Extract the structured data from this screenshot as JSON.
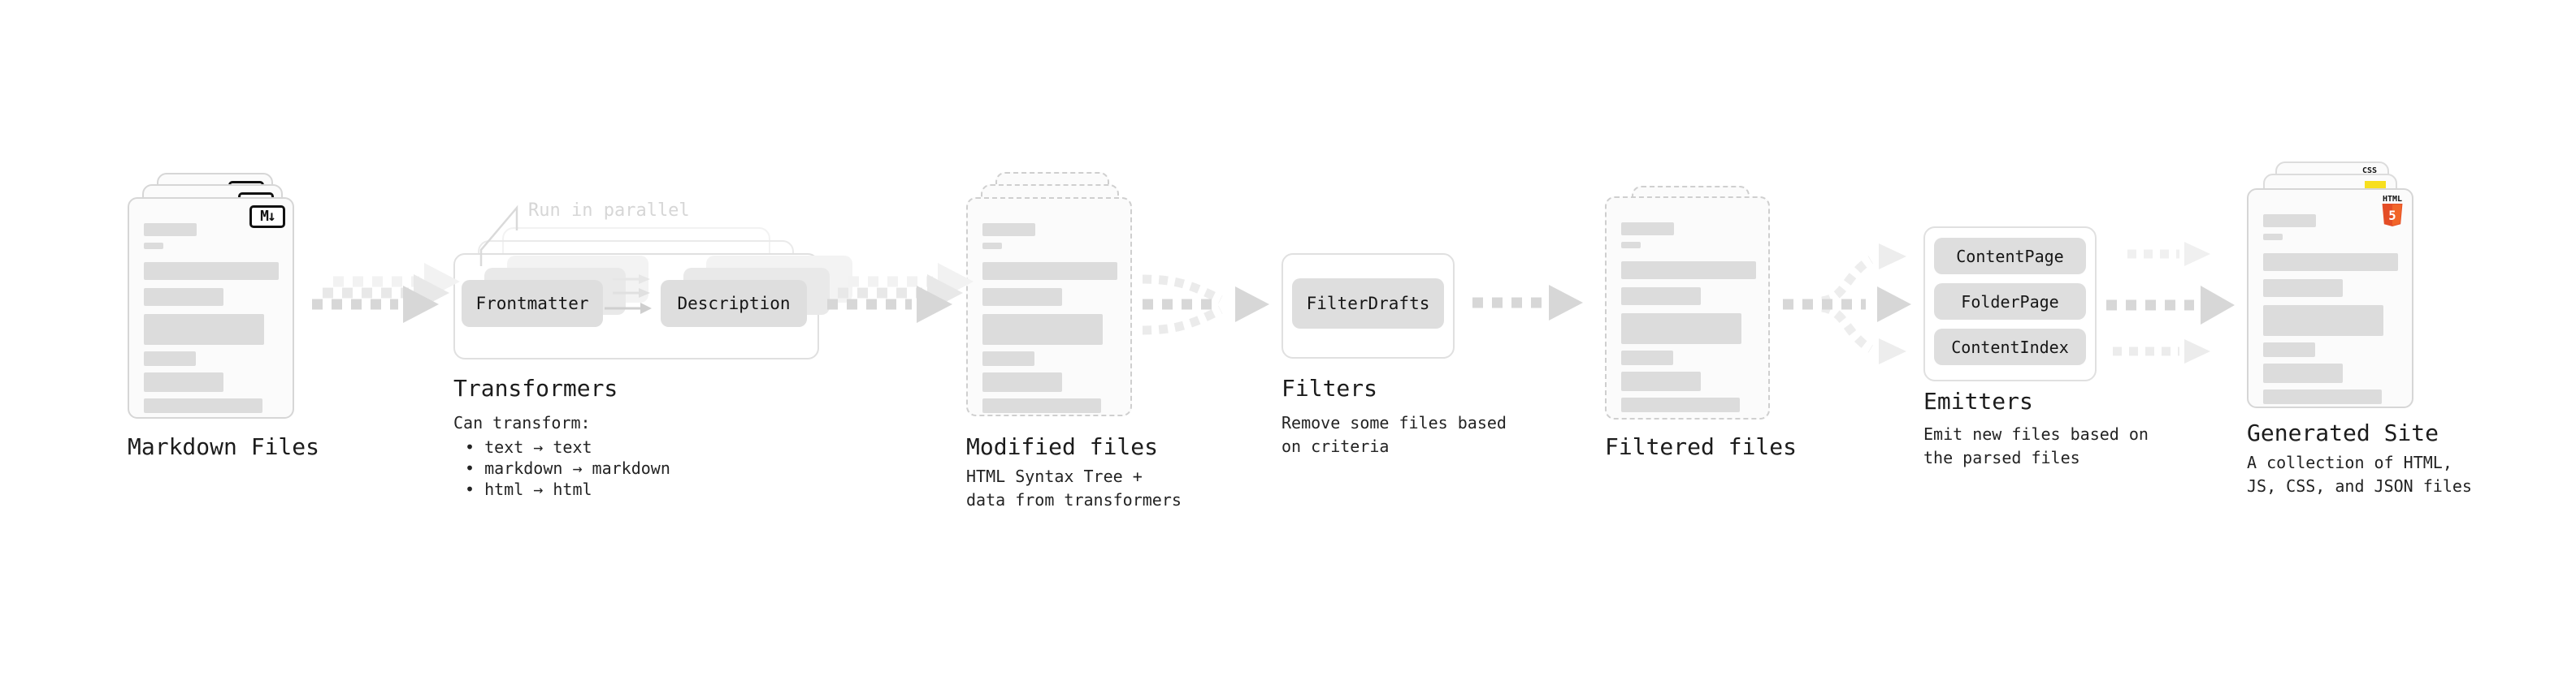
{
  "colors": {
    "background": "#ffffff",
    "text_dark": "#1c1c1c",
    "muted_annotation": "#d6d6d6",
    "bar_fill": "#dcdcdc",
    "chip_fill": "#dedede",
    "doc_border": "#d6d6d6",
    "dashed_border": "#cfcfcf",
    "container_border": "#e0e0e0",
    "arrow_main": "#d7d7d7",
    "arrow_ghost": "#ededed",
    "html5_orange": "#e44d26",
    "html5_orange_light": "#f16529",
    "js_yellow": "#f7df1e",
    "css_blue": "#2965f1",
    "icon_border": "#111111"
  },
  "stages": {
    "markdown_files": {
      "label": "Markdown Files",
      "icon_text": "M↓"
    },
    "transformers": {
      "label": "Transformers",
      "annotation": "Run in parallel",
      "chips": [
        "Frontmatter",
        "Description"
      ],
      "description_heading": "Can transform:",
      "bullets": [
        "• text → text",
        "• markdown → markdown",
        "• html → html"
      ]
    },
    "modified_files": {
      "label": "Modified files",
      "description_lines": [
        "HTML Syntax Tree +",
        "data from transformers"
      ]
    },
    "filters": {
      "label": "Filters",
      "chips": [
        "FilterDrafts"
      ],
      "description_lines": [
        "Remove some files based",
        "on criteria"
      ]
    },
    "filtered_files": {
      "label": "Filtered files"
    },
    "emitters": {
      "label": "Emitters",
      "chips": [
        "ContentPage",
        "FolderPage",
        "ContentIndex"
      ],
      "description_lines": [
        "Emit new files based on",
        "the parsed files"
      ]
    },
    "generated_site": {
      "label": "Generated Site",
      "description_lines": [
        "A collection of HTML,",
        "JS, CSS, and JSON files"
      ],
      "icons": {
        "html_label": "HTML",
        "html_numeral": "5",
        "css_label": "CSS"
      }
    }
  }
}
